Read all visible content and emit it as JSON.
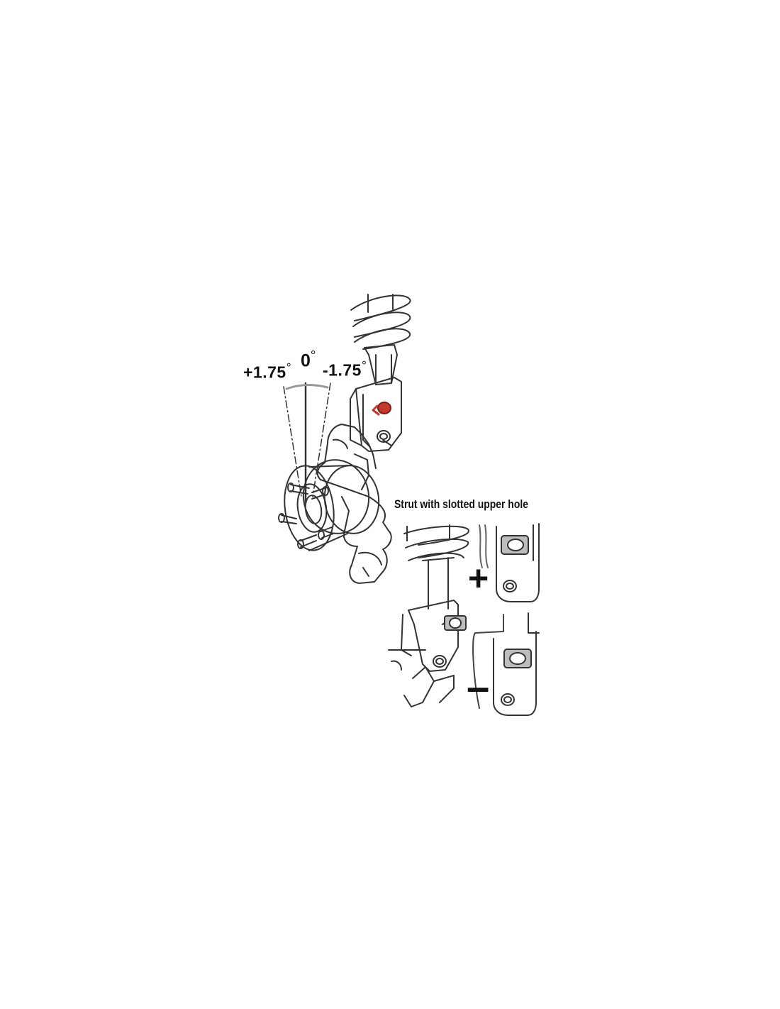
{
  "labels": {
    "positive_camber": "+1.75",
    "zero_camber": "0",
    "negative_camber": "-1.75",
    "degree_symbol": "°",
    "caption": "Strut with slotted upper hole",
    "plus_sign": "+",
    "minus_sign": "–"
  },
  "colors": {
    "line": "#333333",
    "highlight_bolt": "#c0392b",
    "slot_fill": "#bdbdbd",
    "arc": "#999999"
  }
}
